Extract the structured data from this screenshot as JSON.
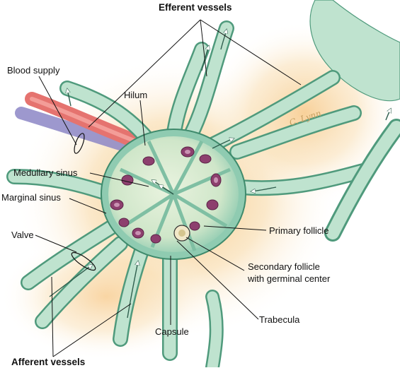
{
  "labels": {
    "efferent_vessels": "Efferent vessels",
    "blood_supply": "Blood supply",
    "hilum": "Hilum",
    "medullary_sinus": "Medullary sinus",
    "marginal_sinus": "Marginal sinus",
    "valve": "Valve",
    "primary_follicle": "Primary follicle",
    "secondary_follicle_line1": "Secondary follicle",
    "secondary_follicle_line2": "with germinal center",
    "trabecula": "Trabecula",
    "capsule": "Capsule",
    "afferent_vessels": "Afferent vessels"
  },
  "signature": "C. Lynn",
  "colors": {
    "vessel_fill": "#bfe3cf",
    "vessel_stroke": "#4f9a7c",
    "capsule_fill": "#8fcbb1",
    "glow": "#f6c27a",
    "artery": "#e5736f",
    "vein": "#8c86c6",
    "follicle": "#8d3f6e",
    "leader": "#111111"
  }
}
